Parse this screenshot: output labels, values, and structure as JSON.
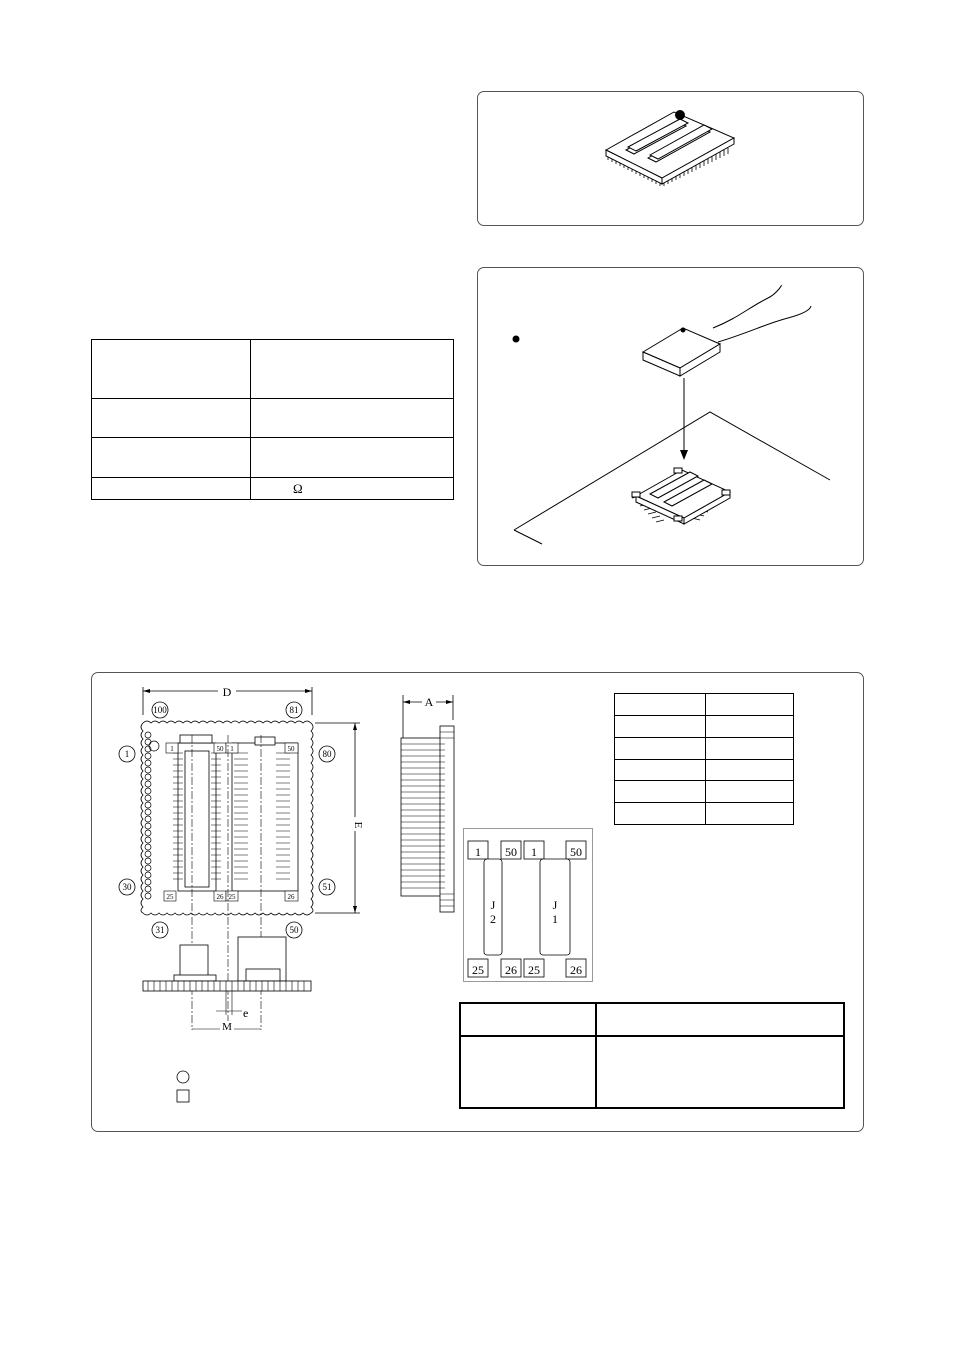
{
  "spec_table": {
    "rows": [
      {
        "label": "",
        "value": ""
      },
      {
        "label": "",
        "value": ""
      },
      {
        "label": "",
        "value": ""
      },
      {
        "label": "",
        "value": "Ω"
      }
    ]
  },
  "outline": {
    "top_pins": {
      "left": "100",
      "right": "81"
    },
    "left_pins": {
      "top": "1",
      "bottom": "30"
    },
    "right_pins": {
      "top": "80",
      "bottom": "51"
    },
    "bottom_pins": {
      "left": "31",
      "right": "50"
    },
    "dim_D": "D",
    "dim_E": "E",
    "dim_A": "A",
    "dim_e": "e",
    "dim_M": "M",
    "connector_labels": {
      "j2_top": "1",
      "j2_top_r": "50",
      "j1_top": "1",
      "j1_top_r": "50",
      "j2_bot": "25",
      "j2_bot_r": "26",
      "j1_bot": "25",
      "j1_bot_r": "26"
    }
  },
  "connector_layout": {
    "top": [
      "1",
      "50",
      "1",
      "50"
    ],
    "bottom": [
      "25",
      "26",
      "25",
      "26"
    ],
    "j2_label": [
      "J",
      "2"
    ],
    "j1_label": [
      "J",
      "1"
    ]
  },
  "dim_table": {
    "rows": [
      [
        "",
        ""
      ],
      [
        "",
        ""
      ],
      [
        "",
        ""
      ],
      [
        "",
        ""
      ],
      [
        "",
        ""
      ],
      [
        "",
        ""
      ]
    ]
  },
  "bottom_table": {
    "header": [
      "",
      ""
    ],
    "row": [
      "",
      ""
    ]
  }
}
